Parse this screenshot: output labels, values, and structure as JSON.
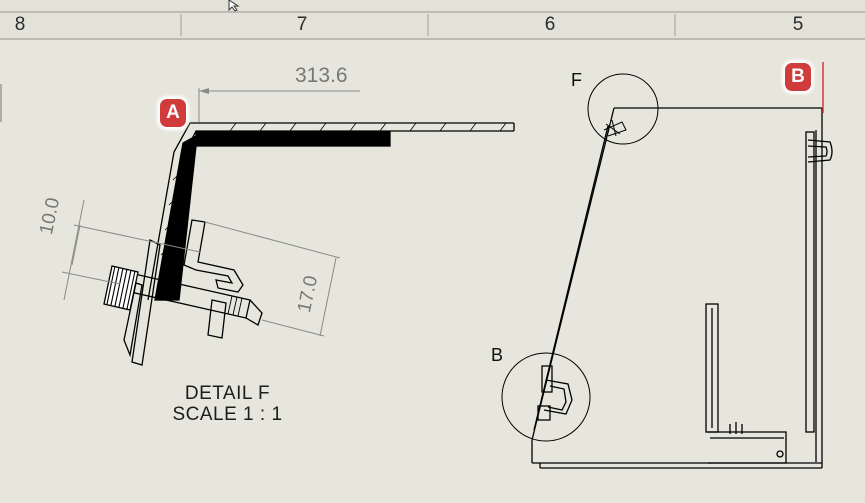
{
  "ruler": {
    "zones": [
      "8",
      "7",
      "6",
      "5"
    ]
  },
  "detail": {
    "title": "DETAIL F",
    "scale": "SCALE 1 : 1",
    "dim_horizontal": "313.6",
    "dim_left": "10.0",
    "dim_right": "17.0"
  },
  "main_view": {
    "label_f": "F",
    "label_b": "B"
  },
  "callouts": {
    "a": "A",
    "b": "B"
  },
  "colors": {
    "background": "#e7e6dd",
    "callout": "#d03c3c",
    "line": "#000000",
    "dimension": "#7a7a7a"
  }
}
